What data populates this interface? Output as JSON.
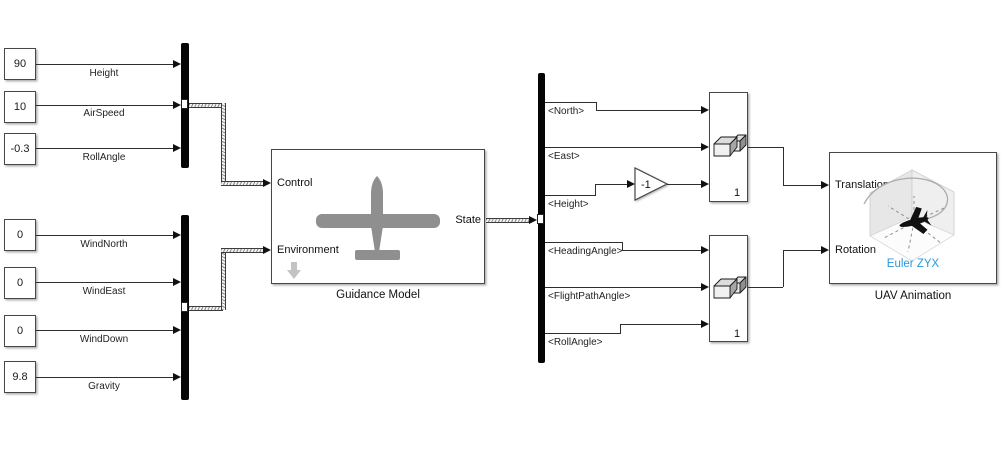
{
  "model": {
    "sources": [
      {
        "value": "90",
        "label": "Height"
      },
      {
        "value": "10",
        "label": "AirSpeed"
      },
      {
        "value": "-0.3",
        "label": "RollAngle"
      },
      {
        "value": "0",
        "label": "WindNorth"
      },
      {
        "value": "0",
        "label": "WindEast"
      },
      {
        "value": "0",
        "label": "WindDown"
      },
      {
        "value": "9.8",
        "label": "Gravity"
      }
    ],
    "guidance": {
      "caption": "Guidance Model",
      "in1": "Control",
      "in2": "Environment",
      "out": "State"
    },
    "bus_signals": [
      "<North>",
      "<East>",
      "<Height>",
      "<HeadingAngle>",
      "<FlightPathAngle>",
      "<RollAngle>"
    ],
    "gain": {
      "value": "-1"
    },
    "concat_translation": {
      "dim": "1"
    },
    "concat_rotation": {
      "dim": "1"
    },
    "uav": {
      "caption": "UAV Animation",
      "in1": "Translation",
      "in2": "Rotation",
      "mode": "Euler ZYX"
    },
    "colors": {
      "euler_blue": "#2a97dd",
      "plane_gray": "#8f8f8f",
      "bar_black": "#050505",
      "wire": "#2e2e2e"
    }
  }
}
